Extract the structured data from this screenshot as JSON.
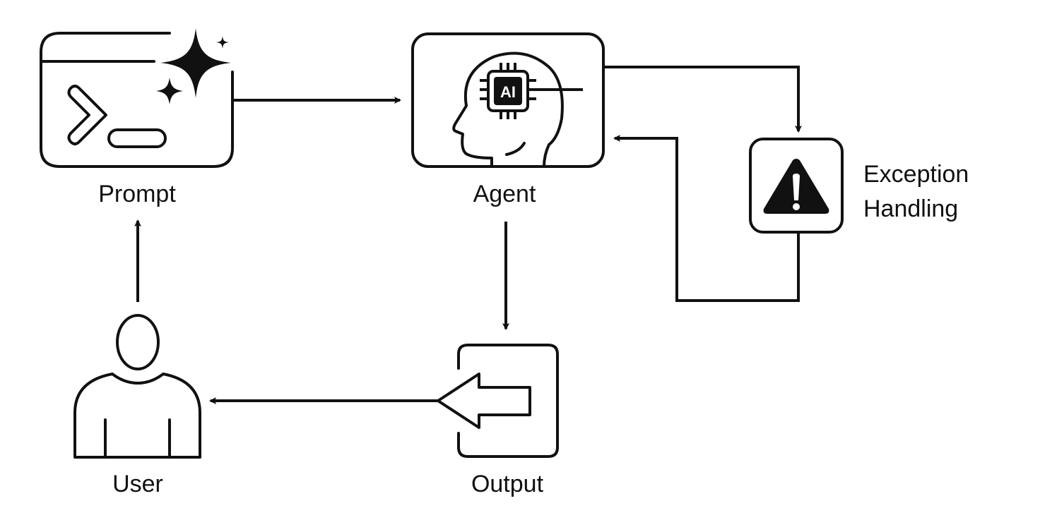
{
  "diagram": {
    "title": "",
    "nodes": [
      {
        "id": "prompt",
        "label": "Prompt",
        "icon": "terminal-sparkle-icon"
      },
      {
        "id": "agent",
        "label": "Agent",
        "icon": "ai-head-icon",
        "chip_text": "AI"
      },
      {
        "id": "exception",
        "label_lines": [
          "Exception",
          "Handling"
        ],
        "icon": "warning-icon"
      },
      {
        "id": "output",
        "label": "Output",
        "icon": "exit-arrow-icon"
      },
      {
        "id": "user",
        "label": "User",
        "icon": "user-icon"
      }
    ],
    "edges": [
      {
        "from": "prompt",
        "to": "agent"
      },
      {
        "from": "agent",
        "to": "exception"
      },
      {
        "from": "exception",
        "to": "agent"
      },
      {
        "from": "agent",
        "to": "output"
      },
      {
        "from": "output",
        "to": "user"
      },
      {
        "from": "user",
        "to": "prompt"
      }
    ]
  }
}
